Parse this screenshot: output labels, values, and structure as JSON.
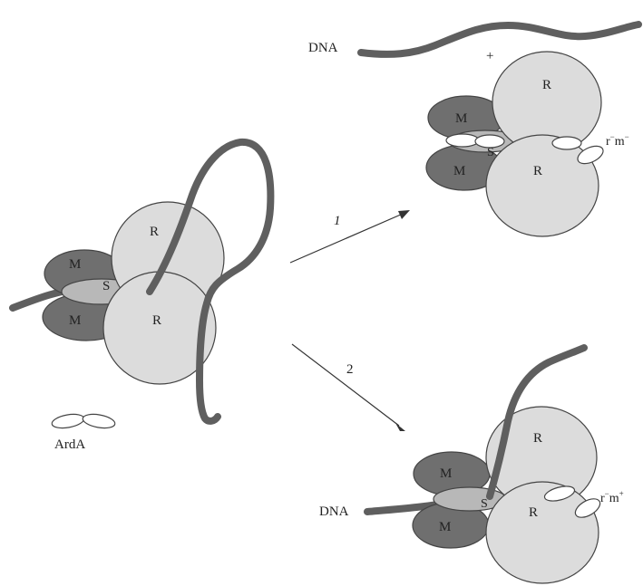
{
  "colors": {
    "M_subunit": "#6f6f6f",
    "R_subunit": "#dcdcdc",
    "S_subunit": "#b8b8b8",
    "dna": "#5f5f5f",
    "ArdA": "#ffffff",
    "outline": "#444444"
  },
  "labels": {
    "R": "R",
    "M": "M",
    "S": "S",
    "DNA": "DNA",
    "ArdA": "ArdA",
    "plus": "+",
    "arrow1": "1",
    "arrow2": "2",
    "complex1_state": {
      "r": "r",
      "r_sign": "−",
      "m": "m",
      "m_sign": "−"
    },
    "complex2_state": {
      "r": "r",
      "r_sign": "−",
      "m": "m",
      "m_sign": "+"
    }
  }
}
